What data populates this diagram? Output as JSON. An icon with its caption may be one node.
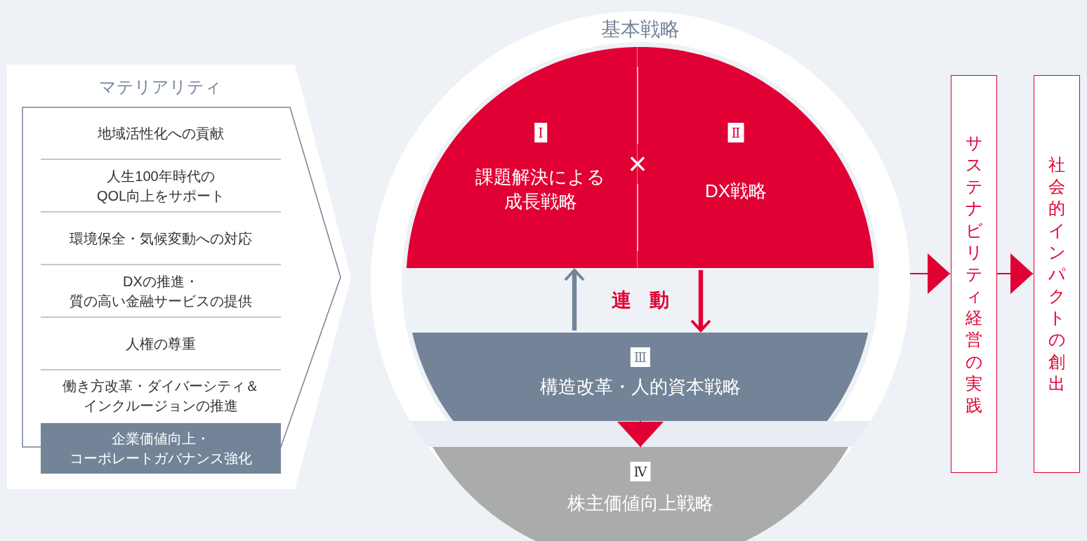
{
  "diagram": {
    "nodes": [
      {
        "text": [
          "マテリアリティ"
        ]
      },
      {
        "text": [],
        "shape": "box",
        "in": 0
      },
      {
        "text": [
          "地域活性化への貢献"
        ],
        "in": 1
      },
      {
        "text": [
          "人生100年時代のQOL向上をサポート"
        ],
        "in": 1
      },
      {
        "text": [
          "環境保全・気候変動への対応"
        ],
        "in": 1
      },
      {
        "text": [
          "DXの推進・質の高い金融サービスの提供"
        ],
        "in": 1
      },
      {
        "text": [
          "人権の尊重"
        ],
        "in": 1
      },
      {
        "text": [
          "働き方改革・ダイバーシティ＆インクルージョンの推進"
        ],
        "in": 1
      },
      {
        "text": [
          "企業価値向上・コーポレートガバナンス強化"
        ],
        "in": 0
      },
      {
        "text": [
          "基本戦略"
        ]
      },
      {
        "text": [
          "Ⅰ",
          "課題解決による成長戦略"
        ],
        "in": 9
      },
      {
        "text": [
          "Ⅱ",
          "DX戦略"
        ],
        "in": 9
      },
      {
        "text": [
          "Ⅲ",
          "構造改革・人的資本戦略"
        ],
        "in": 9
      },
      {
        "text": [
          "Ⅳ",
          "株主価値向上戦略"
        ],
        "in": 9
      },
      {
        "text": [
          "サステナビリティ経営の実践"
        ]
      },
      {
        "text": [
          "社会的インパクトの創出"
        ]
      }
    ],
    "edges": [
      {
        "from": 11,
        "to": 12,
        "arrow": "to",
        "style": "thick"
      },
      {
        "from": 12,
        "to": 10,
        "arrow": "to",
        "style": "thick",
        "color": "#72849a"
      },
      {
        "from": 12,
        "to": 13,
        "arrow": "to"
      },
      {
        "from": 9,
        "to": 14,
        "arrow": "to"
      },
      {
        "from": 14,
        "to": 15,
        "arrow": "to"
      }
    ],
    "labels": [
      "×",
      "連動"
    ]
  }
}
